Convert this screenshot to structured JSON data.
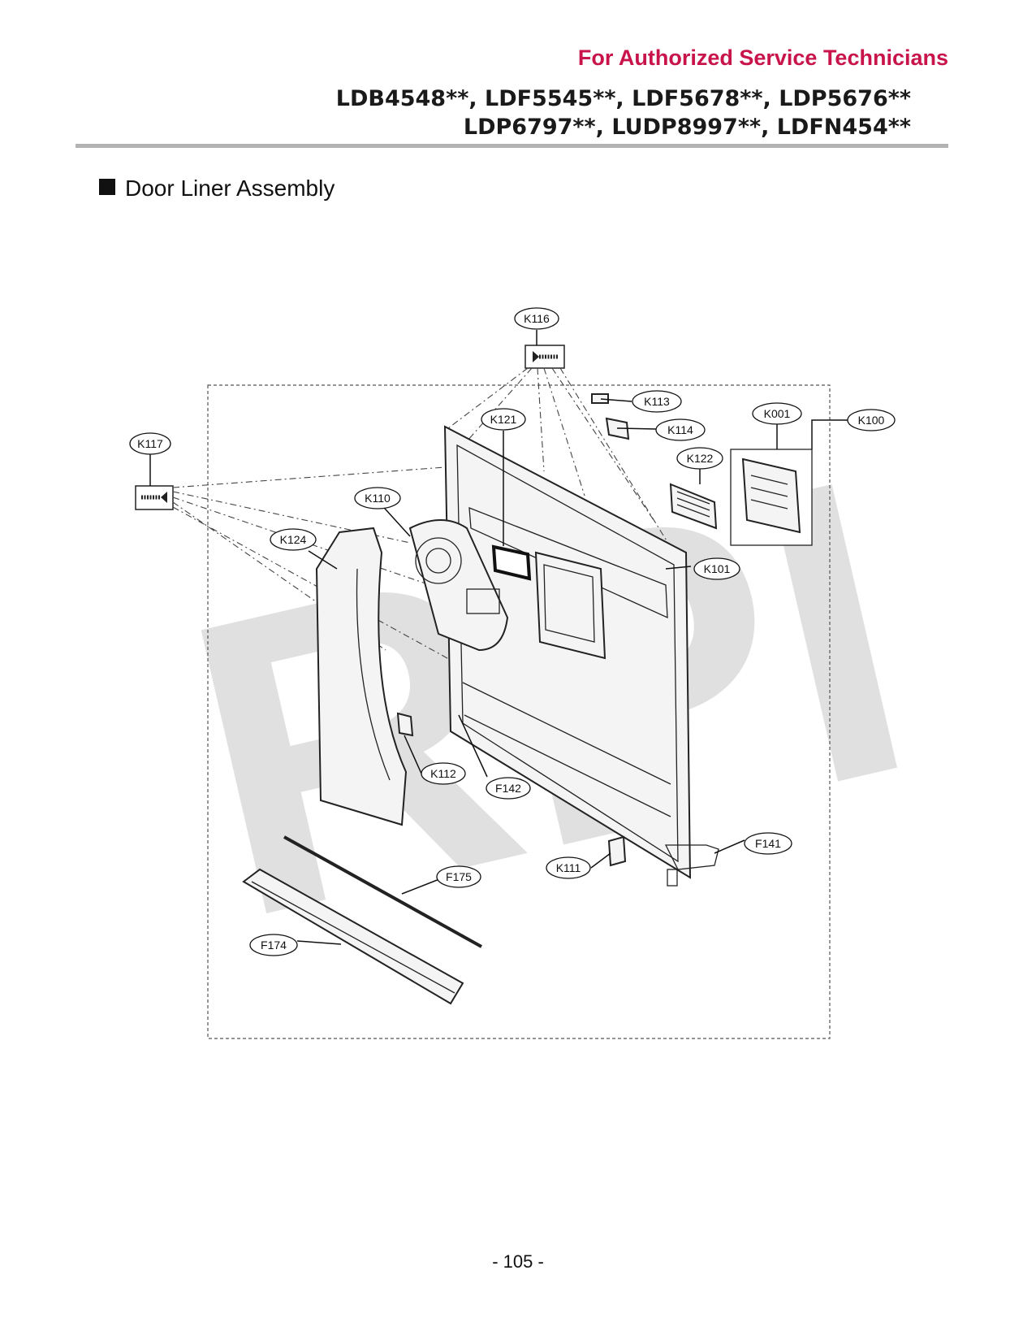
{
  "header": {
    "authorized": "For Authorized Service Technicians",
    "models_line1": "LDB4548**, LDF5545**, LDF5678**, LDP5676**",
    "models_line2": "LDP6797**, LUDP8997**, LDFN454**"
  },
  "section": {
    "title": "Door Liner Assembly"
  },
  "watermark": "RPI",
  "labels": {
    "K116": "K116",
    "K113": "K113",
    "K114": "K114",
    "K121": "K121",
    "K001": "K001",
    "K100": "K100",
    "K117": "K117",
    "K122": "K122",
    "K110": "K110",
    "K124": "K124",
    "K101": "K101",
    "K112": "K112",
    "F142": "F142",
    "F141": "F141",
    "K111": "K111",
    "F175": "F175",
    "F174": "F174"
  },
  "footer": {
    "page_number": "- 105 -"
  }
}
